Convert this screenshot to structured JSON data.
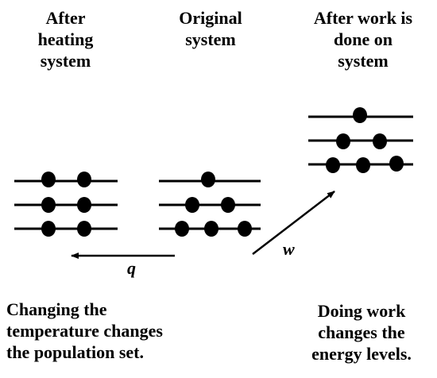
{
  "columns": {
    "after_heating": {
      "title": [
        "After",
        "heating",
        "system"
      ]
    },
    "original": {
      "title": [
        "Original",
        "system"
      ]
    },
    "after_work": {
      "title": [
        "After work is",
        "done on",
        "system"
      ]
    }
  },
  "arrows": {
    "heat": {
      "symbol": "q"
    },
    "work": {
      "symbol": "w"
    }
  },
  "captions": {
    "left": [
      "Changing the",
      "temperature changes",
      "the population set."
    ],
    "right": [
      "Doing work",
      "changes the",
      "energy levels."
    ]
  },
  "colors": {
    "ink": "#000000",
    "background": "#ffffff"
  },
  "populations": {
    "after_heating": [
      2,
      2,
      2
    ],
    "original": [
      3,
      2,
      1
    ],
    "after_work": [
      3,
      2,
      1
    ]
  }
}
